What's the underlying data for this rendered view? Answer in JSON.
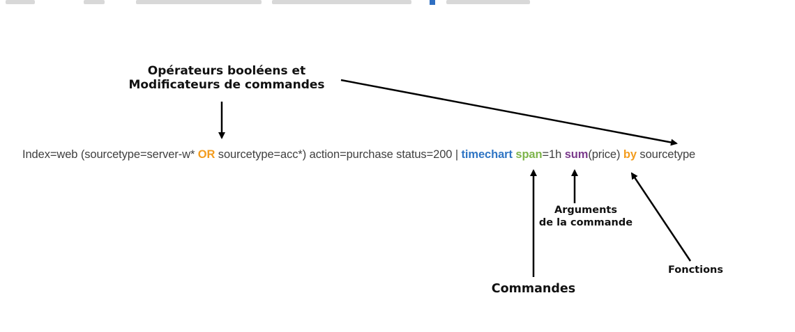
{
  "labels": {
    "boolean_modifiers_line1": "Opérateurs booléens et",
    "boolean_modifiers_line2": "Modificateurs de commandes",
    "arguments_line1": "Arguments",
    "arguments_line2": "de la commande",
    "functions": "Fonctions",
    "commands": "Commandes"
  },
  "query": {
    "part1": "Index=web (sourcetype=server-w* ",
    "or_keyword": "OR",
    "part2": " sourcetype=acc*) action=purchase status=200 | ",
    "command": "timechart",
    "space1": " ",
    "argument": "span",
    "arg_value": "=1h ",
    "function": "sum",
    "function_arg": "(price) ",
    "by_keyword": "by",
    "part3": " sourcetype"
  },
  "colors": {
    "text": "#3f3f3f",
    "boolean_modifier": "#f39c1e",
    "command": "#2f75c4",
    "argument": "#7db44a",
    "function": "#7b3a8c",
    "arrow": "#000000"
  }
}
